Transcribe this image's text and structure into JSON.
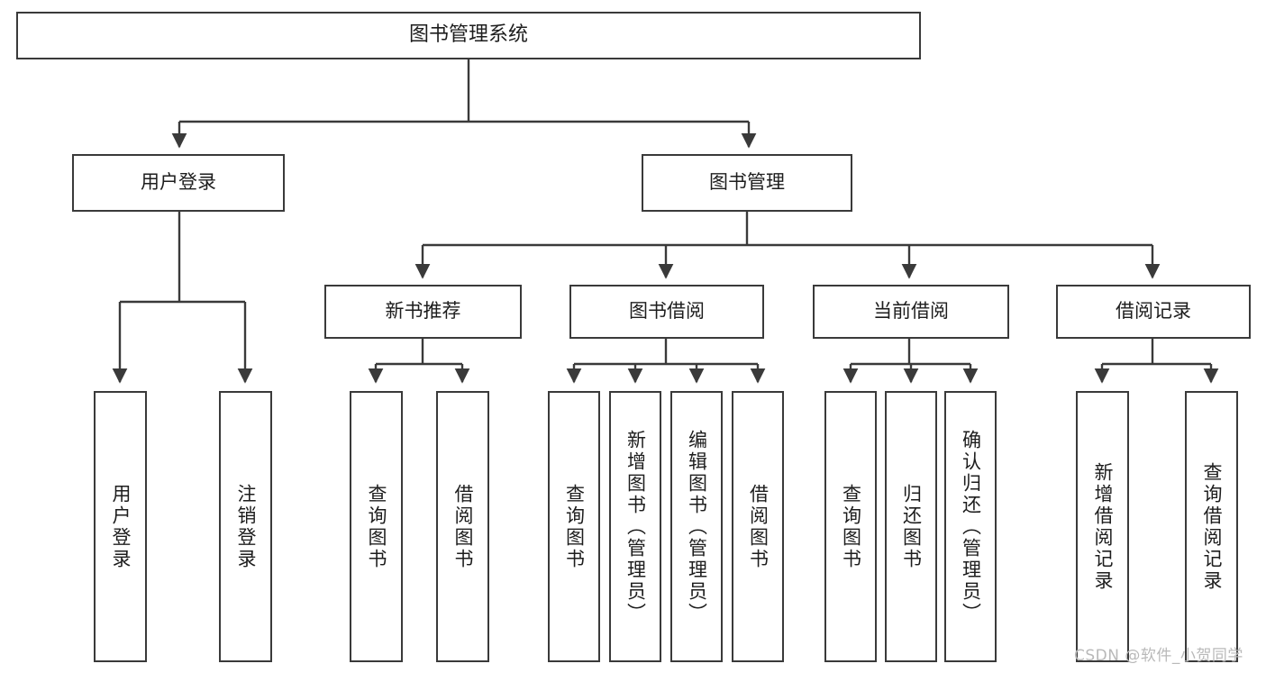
{
  "diagram": {
    "title": "图书管理系统",
    "type": "tree-hierarchy-chart",
    "root": {
      "id": "root",
      "label": "图书管理系统"
    },
    "level1": [
      {
        "id": "user-login",
        "label": "用户登录"
      },
      {
        "id": "book-manage",
        "label": "图书管理"
      }
    ],
    "level2": [
      {
        "id": "new-book-recommend",
        "label": "新书推荐",
        "parent": "book-manage"
      },
      {
        "id": "book-borrow",
        "label": "图书借阅",
        "parent": "book-manage"
      },
      {
        "id": "current-borrow",
        "label": "当前借阅",
        "parent": "book-manage"
      },
      {
        "id": "borrow-record",
        "label": "借阅记录",
        "parent": "book-manage"
      }
    ],
    "leaves": [
      {
        "id": "leaf-user-login",
        "label": "用户登录",
        "parent": "user-login"
      },
      {
        "id": "leaf-logout-login",
        "label": "注销登录",
        "parent": "user-login"
      },
      {
        "id": "leaf-query-book-1",
        "label": "查询图书",
        "parent": "new-book-recommend"
      },
      {
        "id": "leaf-borrow-book-1",
        "label": "借阅图书",
        "parent": "new-book-recommend"
      },
      {
        "id": "leaf-query-book-2",
        "label": "查询图书",
        "parent": "book-borrow"
      },
      {
        "id": "leaf-add-book",
        "label": "新增图书（管理员）",
        "parent": "book-borrow"
      },
      {
        "id": "leaf-edit-book",
        "label": "编辑图书（管理员）",
        "parent": "book-borrow"
      },
      {
        "id": "leaf-borrow-book-2",
        "label": "借阅图书",
        "parent": "book-borrow"
      },
      {
        "id": "leaf-query-book-3",
        "label": "查询图书",
        "parent": "current-borrow"
      },
      {
        "id": "leaf-return-book",
        "label": "归还图书",
        "parent": "current-borrow"
      },
      {
        "id": "leaf-confirm-return",
        "label": "确认归还（管理员）",
        "parent": "current-borrow"
      },
      {
        "id": "leaf-add-record",
        "label": "新增借阅记录",
        "parent": "borrow-record"
      },
      {
        "id": "leaf-query-record",
        "label": "查询借阅记录",
        "parent": "borrow-record"
      }
    ]
  },
  "watermark": {
    "text": "CSDN @软件_小贺同学"
  },
  "colors": {
    "stroke": "#3a3a3a",
    "background": "#ffffff",
    "text": "#1d1d1d",
    "watermark": "#b9b9b9"
  }
}
